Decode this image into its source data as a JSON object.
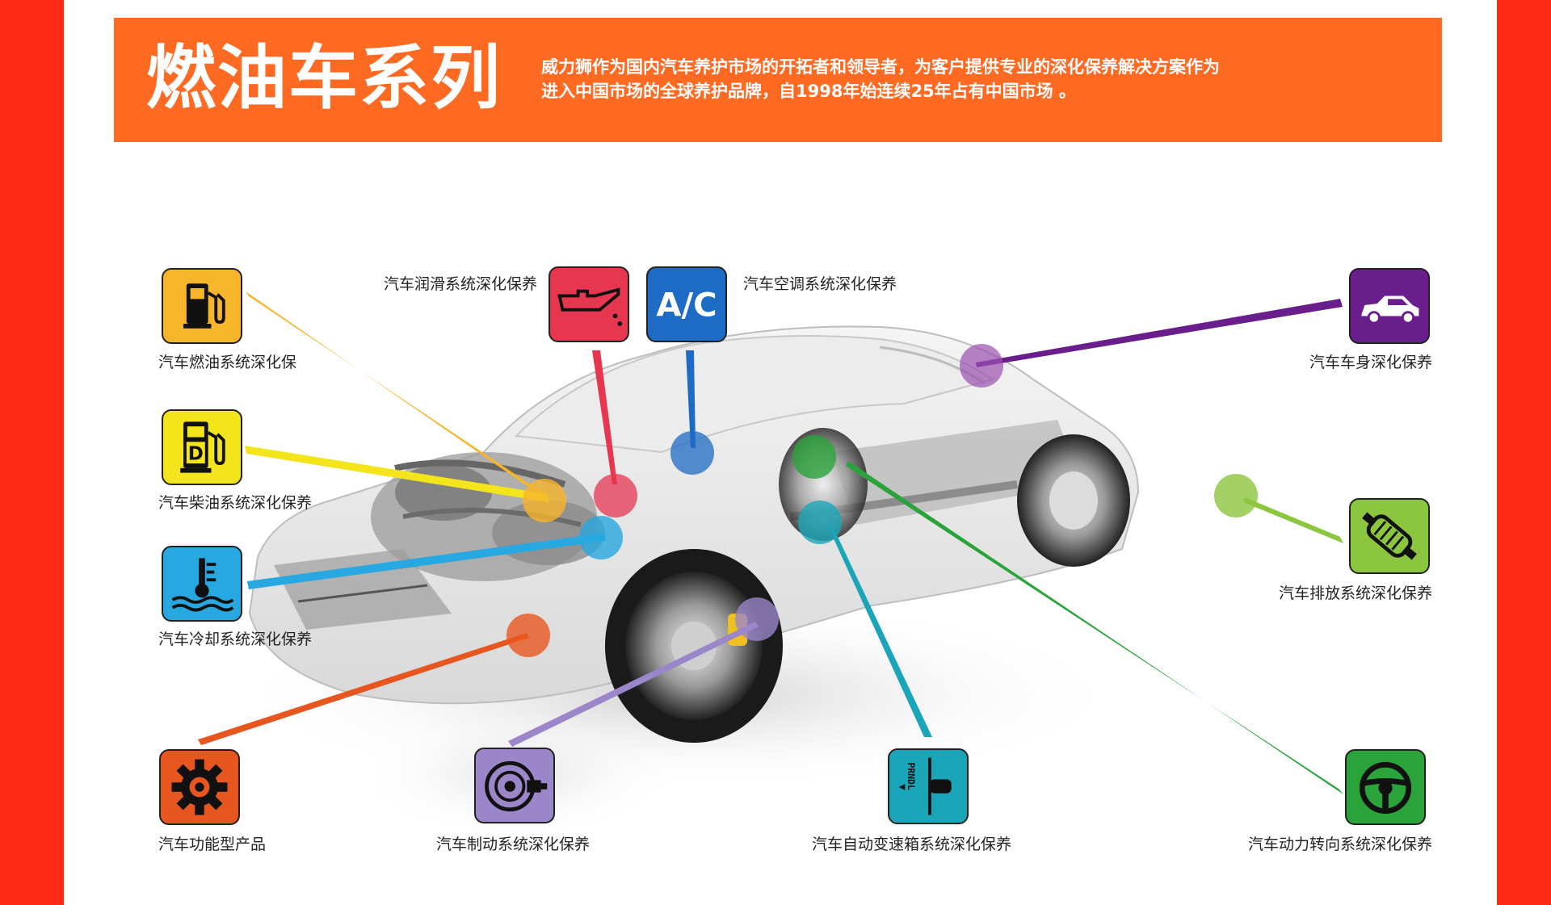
{
  "header": {
    "title": "燃油车系列",
    "desc_line1": "威力狮作为国内汽车养护市场的开拓者和领导者，为客户提供专业的深化保养解决方案作为",
    "desc_line2": "进入中国市场的全球养护品牌，自1998年始连续25年占有中国市场 。"
  },
  "labels": {
    "fuel": "汽车燃油系统深化保",
    "diesel": "汽车柴油系统深化保养",
    "cooling": "汽车冷却系统深化保养",
    "functional": "汽车功能型产品",
    "lubrication": "汽车润滑系统深化保养",
    "ac": "汽车空调系统深化保养",
    "ac_icon_text": "A/C",
    "body": "汽车车身深化保养",
    "exhaust": "汽车排放系统深化保养",
    "brake": "汽车制动系统深化保养",
    "transmission": "汽车自动变速箱系统深化保养",
    "gear_letters": "PRNDL",
    "steering": "汽车动力转向系统深化保养"
  },
  "colors": {
    "page_red": "#ff2a14",
    "header_orange": "#ff6a23",
    "fuel": "#f6b52b",
    "diesel": "#f4e41b",
    "cooling": "#27a8e0",
    "functional": "#e8561f",
    "lubrication": "#e63650",
    "ac": "#1d6bc4",
    "body": "#6a1e8c",
    "exhaust": "#8cc63f",
    "brake": "#9a86c8",
    "transmission": "#1aa5b8",
    "steering": "#2aa43a"
  }
}
